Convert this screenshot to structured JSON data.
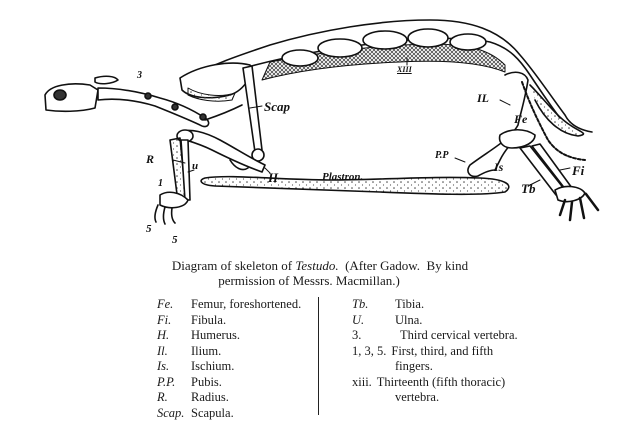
{
  "figure": {
    "labels": {
      "cervical": "3",
      "scap": "Scap",
      "radius": "R",
      "ulna": "u",
      "humerus": "H",
      "finger1": "1",
      "finger5a": "5",
      "finger5b": "5",
      "plastron": "Plastron.",
      "thirteenth": "XIII",
      "ilium": "IL",
      "femur": "Fe",
      "pubis": "P.P",
      "ischium": "Is",
      "fibula": "Fi",
      "tibia": "Tb"
    }
  },
  "caption": {
    "prefix": "Diagram of skeleton of ",
    "genus": "Testudo.",
    "suffix": "  (After Gadow.  By kind",
    "line2": "permission of Messrs. Macmillan.)"
  },
  "legend": {
    "left": [
      {
        "abbr": "Fe.",
        "text": "Femur, foreshortened."
      },
      {
        "abbr": "Fi.",
        "text": "Fibula."
      },
      {
        "abbr": "H.",
        "text": "Humerus."
      },
      {
        "abbr": "Il.",
        "text": "Ilium."
      },
      {
        "abbr": "Is.",
        "text": "Ischium."
      },
      {
        "abbr": "P.P.",
        "text": "Pubis."
      },
      {
        "abbr": "R.",
        "text": "Radius."
      },
      {
        "abbr": "Scap.",
        "text": "Scapula."
      }
    ],
    "right": [
      {
        "abbr": "Tb.",
        "text": "Tibia.",
        "cont": ""
      },
      {
        "abbr": "U.",
        "text": "Ulna.",
        "cont": ""
      },
      {
        "abbr": "3.",
        "text": "Third cervical vertebra.",
        "cont": ""
      },
      {
        "abbr": "1, 3, 5.",
        "text": "First, third, and fifth",
        "cont": "fingers."
      },
      {
        "abbr": "xiii.",
        "text": "Thirteenth (fifth thoracic)",
        "cont": "vertebra."
      }
    ]
  }
}
